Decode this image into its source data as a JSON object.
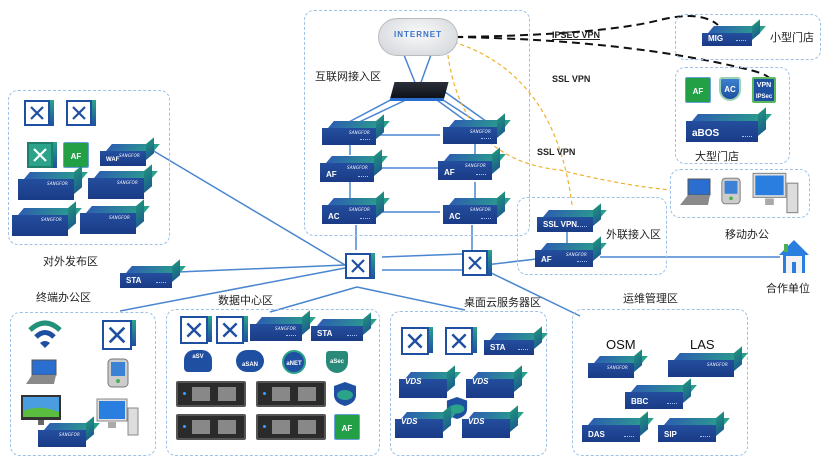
{
  "diagram": {
    "type": "network-topology",
    "zones": [
      {
        "id": "internet-access",
        "label": "互联网接入区"
      },
      {
        "id": "external-publish",
        "label": "对外发布区"
      },
      {
        "id": "terminal-office",
        "label": "终端办公区"
      },
      {
        "id": "data-center",
        "label": "数据中心区"
      },
      {
        "id": "desktop-cloud",
        "label": "桌面云服务器区"
      },
      {
        "id": "ops-management",
        "label": "运维管理区"
      },
      {
        "id": "external-link",
        "label": "外联接入区"
      },
      {
        "id": "small-store",
        "label": "小型门店"
      },
      {
        "id": "large-store",
        "label": "大型门店"
      },
      {
        "id": "mobile-office",
        "label": "移动办公"
      },
      {
        "id": "partner",
        "label": "合作单位"
      }
    ],
    "internet": {
      "label": "INTERNET"
    },
    "links": {
      "ipsec": "IPSEC VPN",
      "ssl1": "SSL VPN",
      "ssl2": "SSL VPN"
    },
    "devices": {
      "brand": "SANGFOR",
      "af": "AF",
      "ac": "AC",
      "vpn": "VPN",
      "ipsec": "IPSec",
      "mig": "MIG",
      "abos": "aBOS",
      "sta": "STA",
      "ssl_vpn": "SSL VPN",
      "vds": "VDS",
      "osm": "OSM",
      "las": "LAS",
      "bbc": "BBC",
      "das": "DAS",
      "sip": "SIP",
      "asv": "aSV",
      "asan": "aSAN",
      "anet": "aNET",
      "asec": "aSec",
      "waf": "WAF"
    },
    "colors": {
      "link": "#4a86d0",
      "ssl_link": "#f0b030",
      "ipsec_link": "#111111",
      "device_blue": "#1f4fa0",
      "device_green": "#2aa38a",
      "zone_border": "#9cc0e6"
    }
  }
}
